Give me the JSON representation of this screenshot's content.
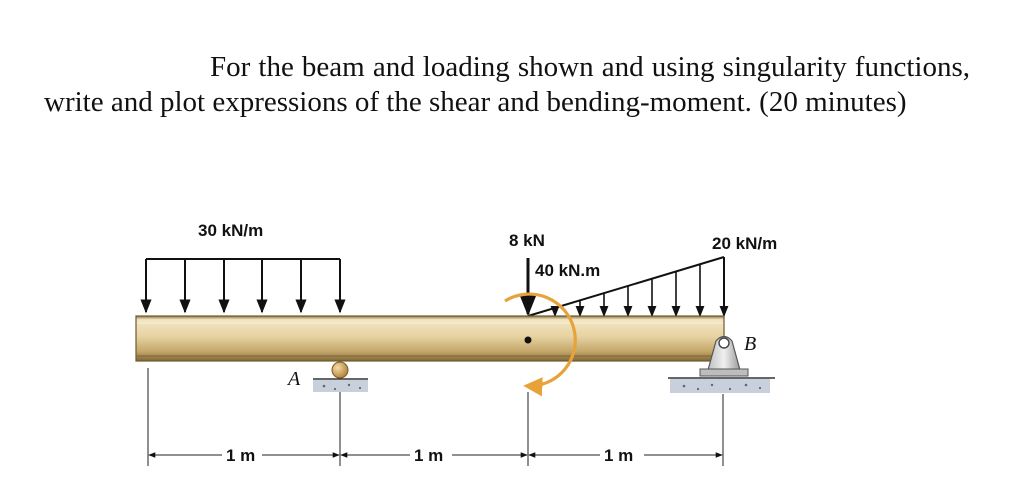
{
  "problem": {
    "text": "For the beam and loading shown and using singularity functions, write and plot expressions of the shear and bending-moment. (20 minutes)"
  },
  "diagram": {
    "loads": {
      "uniform_load": "30 kN/m",
      "point_load": "8 kN",
      "couple": "40 kN.m",
      "triangular_load": "20 kN/m"
    },
    "supports": {
      "a": "A",
      "b": "B"
    },
    "dimensions": [
      "1 m",
      "1 m",
      "1 m"
    ],
    "colors": {
      "beam_light": "#efe2bd",
      "beam_dark": "#a58a4e",
      "couple_arrow": "#e8a23a",
      "ground": "#b9c4d0"
    }
  }
}
